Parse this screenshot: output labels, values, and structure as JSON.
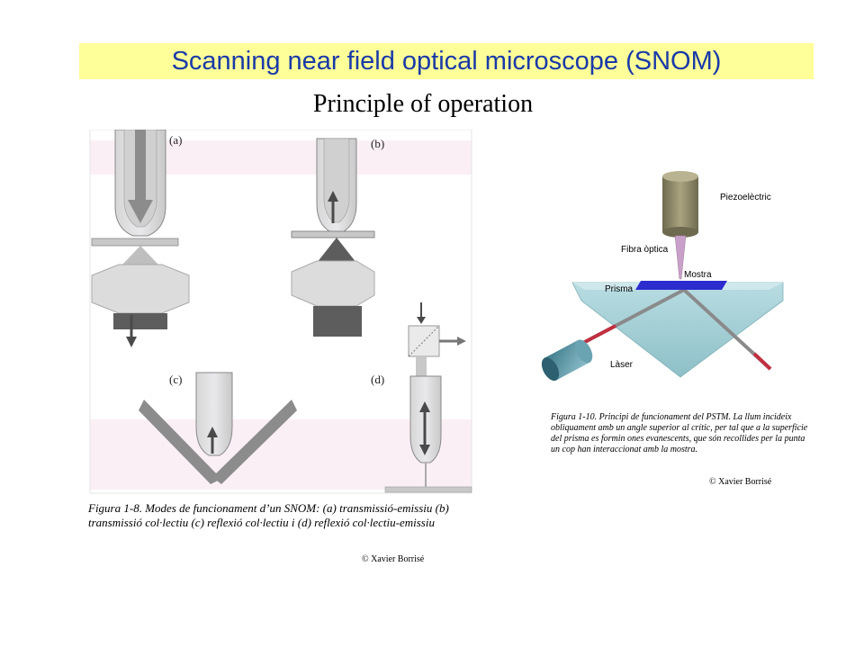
{
  "title": "Scanning near field optical microscope (SNOM)",
  "subtitle": "Principle of operation",
  "left_figure": {
    "panel_labels": [
      "(a)",
      "(b)",
      "(c)",
      "(d)"
    ],
    "caption": "Figura 1-8. Modes de funcionament d’un SNOM: (a) transmissió-emissiu (b) transmissió col·lectiu (c) reflexió col·lectiu i (d) reflexió col·lectiu-emissiu",
    "credit": "© Xavier Borrisé"
  },
  "right_figure": {
    "labels": {
      "piezo": "Piezoelèctric",
      "fiber": "Fibra òptica",
      "sample": "Mostra",
      "prism": "Prisma",
      "laser": "Làser"
    },
    "caption": "Figura 1-10. Principi de funcionament del PSTM. La llum incideix obliquament amb un angle superior al crític, per tal que a la superfície del prisma es formin ones evanescents, que són recollides per la punta un cop han interaccionat amb la mostra.",
    "credit": "© Xavier Borrisé"
  },
  "colors": {
    "title_bg": "#ffff99",
    "title_text": "#1a3aa8",
    "band": "#fbeff6",
    "prism": "#a9d2d8",
    "sample": "#2c2ccf",
    "piezo": "#8f8a6c",
    "fiber_tip": "#c9a0c9",
    "laser": "#4e8fa0"
  }
}
